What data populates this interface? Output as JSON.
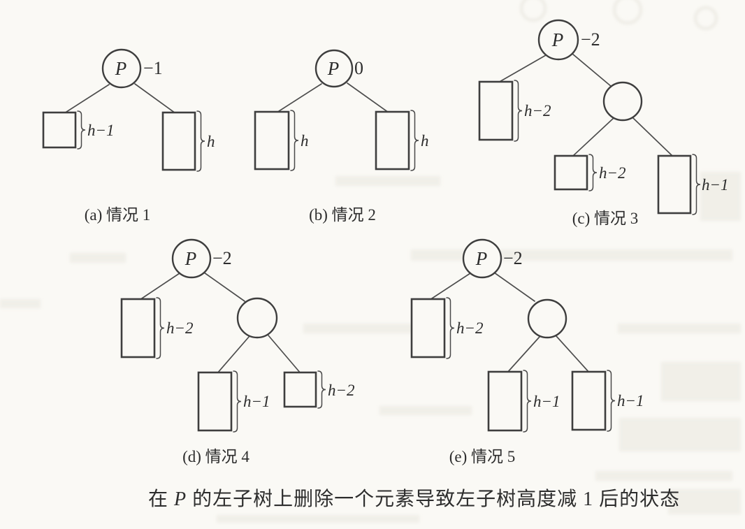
{
  "colors": {
    "paper": "#faf9f5",
    "ink": "#3e3e3e"
  },
  "figure": {
    "caption_parts": [
      "在 ",
      "P",
      " 的左子树上删除一个元素导致左子树高度减 1 后的状态"
    ]
  },
  "diagrams": [
    {
      "label": "(a) 情况 1",
      "root": "P",
      "balance": "−1",
      "left_height": "h−1",
      "right_height": "h"
    },
    {
      "label": "(b) 情况 2",
      "root": "P",
      "balance": "0",
      "left_height": "h",
      "right_height": "h"
    },
    {
      "label": "(c) 情况 3",
      "root": "P",
      "balance": "−2",
      "left_height": "h−2",
      "right_left_height": "h−2",
      "right_right_height": "h−1"
    },
    {
      "label": "(d) 情况 4",
      "root": "P",
      "balance": "−2",
      "left_height": "h−2",
      "right_left_height": "h−1",
      "right_right_height": "h−2"
    },
    {
      "label": "(e) 情况 5",
      "root": "P",
      "balance": "−2",
      "left_height": "h−2",
      "right_left_height": "h−1",
      "right_right_height": "h−1"
    }
  ]
}
